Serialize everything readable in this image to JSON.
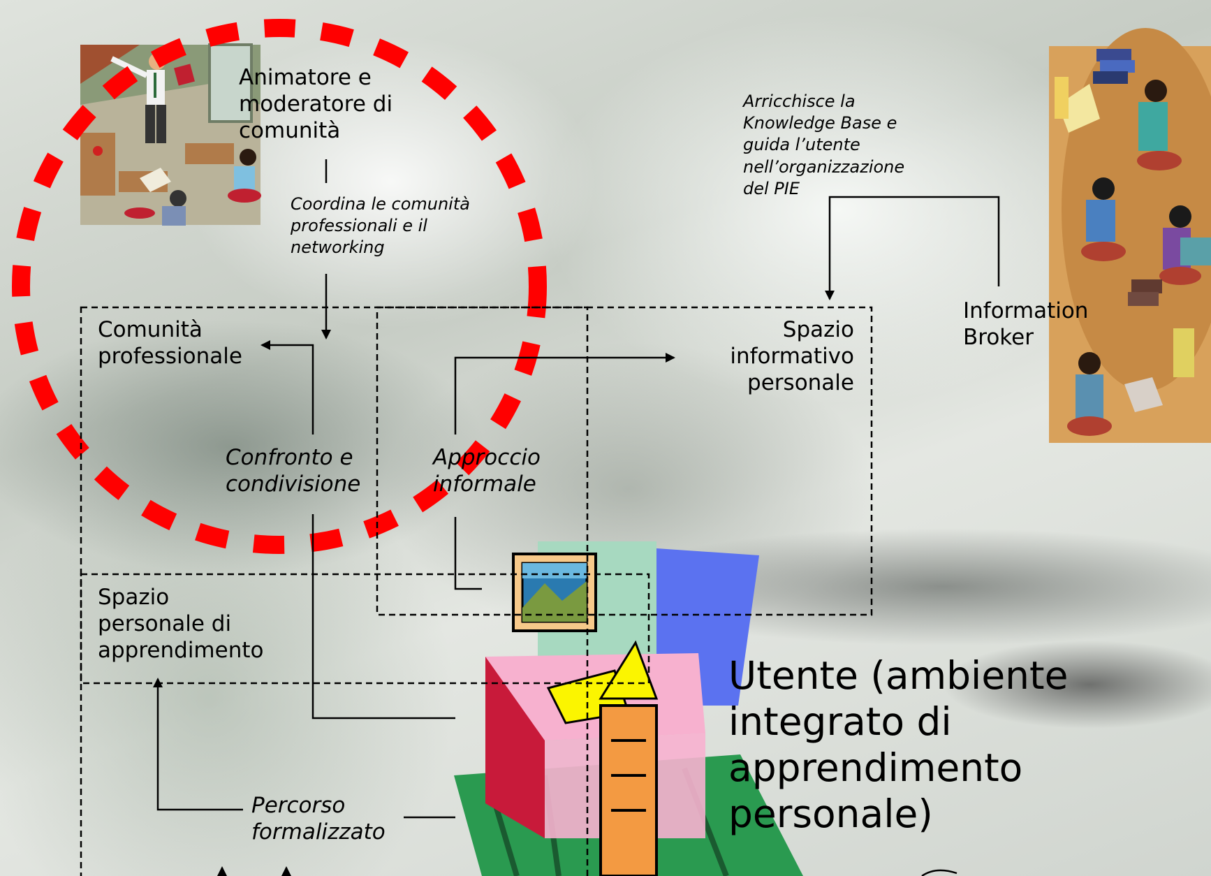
{
  "roles": {
    "animator": "Animatore e\nmoderatore di\ncomunità",
    "information_broker": "Information\nBroker"
  },
  "actions": {
    "coordinates": "Coordina le comunità\nprofessionali e il\nnetworking",
    "enriches": "Arricchisce la\nKnowledge Base e\nguida l’utente\nnell’organizzazione\ndel PIE",
    "sharing": "Confronto e\ncondivisione",
    "informal": "Approccio\ninformale",
    "formal_path": "Percorso\nformalizzato"
  },
  "spaces": {
    "community": "Comunità\nprofessionale",
    "info_space": "Spazio\ninformativo\npersonale",
    "learning_space": "Spazio\npersonale di\napprendimento"
  },
  "user": {
    "label": "Utente (ambiente\nintegrato di\napprendimento\npersonale)"
  },
  "colors": {
    "highlight_circle": "#ff0000",
    "frame_box": "#000000"
  }
}
